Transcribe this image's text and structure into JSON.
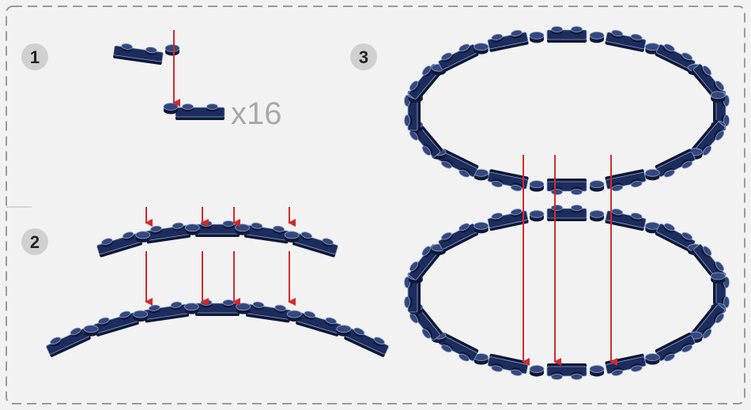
{
  "steps": [
    {
      "number": "1",
      "quantity_label": "x16"
    },
    {
      "number": "2"
    },
    {
      "number": "3"
    }
  ],
  "colors": {
    "brick": "#1c2c5c",
    "brick_side": "#0e1838",
    "stud_top": "#34487e",
    "highlight": "#8fa3cc",
    "arrow": "#d42a2a",
    "badge": "#d0d0d0",
    "frame_dash": "#9a9a9a",
    "qty_text": "#a9a9a9",
    "background": "#f2f2f2"
  },
  "icons": [
    "down-arrow-icon",
    "dark-blue-plate-icon",
    "round-plate-icon"
  ]
}
